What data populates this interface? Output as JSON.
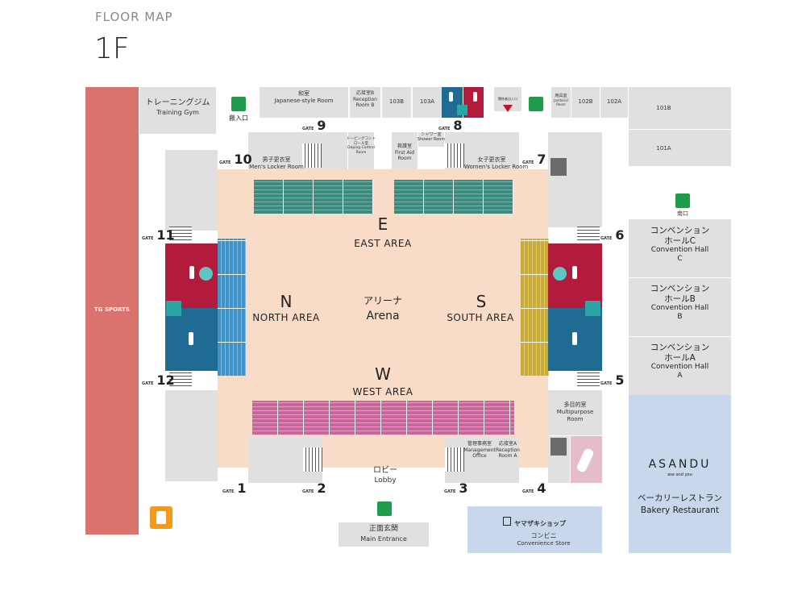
{
  "header": {
    "title": "FLOOR MAP",
    "floor": "1F"
  },
  "arena": {
    "name_jp": "アリーナ",
    "name_en": "Arena",
    "east": {
      "letter": "E",
      "label": "EAST AREA"
    },
    "north": {
      "letter": "N",
      "label": "NORTH AREA"
    },
    "south": {
      "letter": "S",
      "label": "SOUTH AREA"
    },
    "west": {
      "letter": "W",
      "label": "WEST AREA"
    }
  },
  "rooms": {
    "tg_sports": "TG SPORTS",
    "training_gym_jp": "トレーニングジム",
    "training_gym_en": "Training Gym",
    "japanese_room_jp": "和室",
    "japanese_room_en": "Japanese-style Room",
    "reception_b_jp": "応接室B",
    "reception_b_en": "Reception Room B",
    "r103b": "103B",
    "r103a": "103A",
    "r102b": "102B",
    "r102a": "102A",
    "equipment_room_jp": "用具室",
    "equipment_room_en": "Janitorial Room",
    "r101b": "101B",
    "r101a": "101A",
    "doping_jp": "ドーピングコントロール室",
    "doping_en": "Doping Control Room",
    "first_aid_jp": "救護室",
    "first_aid_en": "First Aid Room",
    "shower_jp": "シャワー室",
    "shower_en": "Shower Room",
    "mens_locker_jp": "男子更衣室",
    "mens_locker_en": "Men's Locker Room",
    "womens_locker_jp": "女子更衣室",
    "womens_locker_en": "Women's Locker Room",
    "hall_c_jp": "コンベンションホールC",
    "hall_c_en": "Convention Hall C",
    "hall_b_jp": "コンベンションホールB",
    "hall_b_en": "Convention Hall B",
    "hall_a_jp": "コンベンションホールA",
    "hall_a_en": "Convention Hall A",
    "multipurpose_jp": "多目的室",
    "multipurpose_en": "Multipurpose Room",
    "management_jp": "管理事務室",
    "management_en": "Management Office",
    "reception_a_jp": "応接室A",
    "reception_a_en": "Reception Room A",
    "lobby_jp": "ロビー",
    "lobby_en": "Lobby",
    "main_entrance_jp": "正面玄関",
    "main_entrance_en": "Main Entrance",
    "yamazaki": "ヤマザキショップ",
    "conv_jp": "コンビニ",
    "conv_en": "Convenience Store",
    "asandu": "ASANDU",
    "asandu_sub": "ase and you",
    "bakery_jp": "ベーカリーレストラン",
    "bakery_en": "Bakery Restaurant"
  },
  "entrances": {
    "loading": "搬入口",
    "south_entrance": "南口",
    "staff_entrance": "関係者出入口"
  },
  "gates": {
    "word": "GATE",
    "g1": "1",
    "g2": "2",
    "g3": "3",
    "g4": "4",
    "g5": "5",
    "g6": "6",
    "g7": "7",
    "g8": "8",
    "g9": "9",
    "g10": "10",
    "g11": "11",
    "g12": "12"
  },
  "colors": {
    "arena_floor": "#f8dcc7",
    "room_gray": "#e0e0e1",
    "tg_sports": "#d9736d",
    "women": "#b31b3c",
    "men": "#1f6b94",
    "east_seats": "#3b8c7f",
    "north_seats": "#3e93c9",
    "south_seats": "#c8ac35",
    "west_seats": "#c9659b",
    "convention_blue": "#c9d7ec",
    "exit_green": "#1f9c4a"
  }
}
